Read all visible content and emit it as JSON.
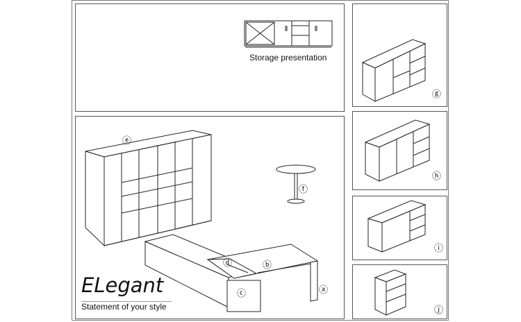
{
  "storage": {
    "caption": "Storage presentation"
  },
  "main": {
    "brand": "ELegant",
    "slogan": "Statement of your style",
    "labels": {
      "a": "ⓐ",
      "b": "ⓑ",
      "c": "ⓒ",
      "d": "ⓓ",
      "e": "ⓔ",
      "f": "ⓕ"
    }
  },
  "side": {
    "labels": {
      "g": "ⓖ",
      "h": "ⓗ",
      "i": "ⓘ",
      "j": "ⓙ"
    }
  }
}
